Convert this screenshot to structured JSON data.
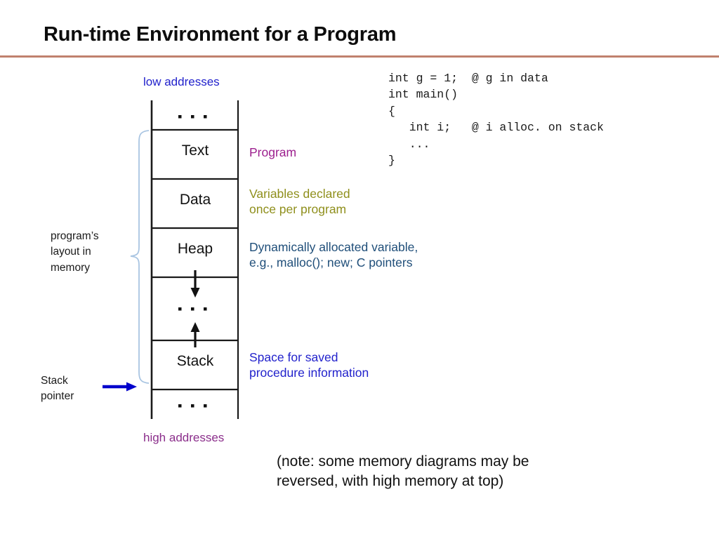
{
  "slide": {
    "title": "Run-time Environment for a Program",
    "rule_color": "#c0816e"
  },
  "memory_diagram": {
    "low_addresses_label": "low addresses",
    "low_addresses_color": "#2222cc",
    "high_addresses_label": "high addresses",
    "high_addresses_color": "#8b2e8b",
    "segments": [
      {
        "name": "ellipsis-top",
        "label": ". . .",
        "annotation": null
      },
      {
        "name": "text",
        "label": "Text",
        "annotation": "Program"
      },
      {
        "name": "data",
        "label": "Data",
        "annotation": "Variables declared once per program"
      },
      {
        "name": "heap",
        "label": "Heap",
        "annotation": "Dynamically allocated variable, e.g., malloc(); new; C pointers"
      },
      {
        "name": "ellipsis-middle",
        "label": ". . .",
        "annotation": null
      },
      {
        "name": "stack",
        "label": "Stack",
        "annotation": "Space for saved procedure information"
      },
      {
        "name": "ellipsis-bottom",
        "label": ". . .",
        "annotation": null
      }
    ],
    "annotations": {
      "program": {
        "line1": "Program",
        "color": "#9c1f8e"
      },
      "data": {
        "line1": "Variables declared",
        "line2": "once per program",
        "color": "#8f8f1c"
      },
      "heap": {
        "line1": "Dynamically allocated variable,",
        "line2": "e.g., malloc(); new; C pointers",
        "color": "#1f4e79"
      },
      "stack": {
        "line1": "Space for saved",
        "line2": "procedure information",
        "color": "#2222cc"
      }
    },
    "brace_label": {
      "line1": "program’s",
      "line2": "layout in",
      "line3": "memory",
      "color": "#a8c4e0"
    },
    "stack_pointer": {
      "line1": "Stack",
      "line2": "pointer",
      "arrow_color": "#0000cc"
    }
  },
  "code_sample": {
    "lines": [
      "int g = 1;  @ g in data",
      "int main()",
      "{",
      "   int i;   @ i alloc. on stack",
      "   ...",
      "}"
    ],
    "text": "int g = 1;  @ g in data\nint main()\n{\n   int i;   @ i alloc. on stack\n   ...\n}"
  },
  "note": {
    "line1": "(note: some memory diagrams may be",
    "line2": "reversed, with high memory at top)",
    "text": "(note: some memory diagrams may be reversed, with high memory at top)"
  }
}
